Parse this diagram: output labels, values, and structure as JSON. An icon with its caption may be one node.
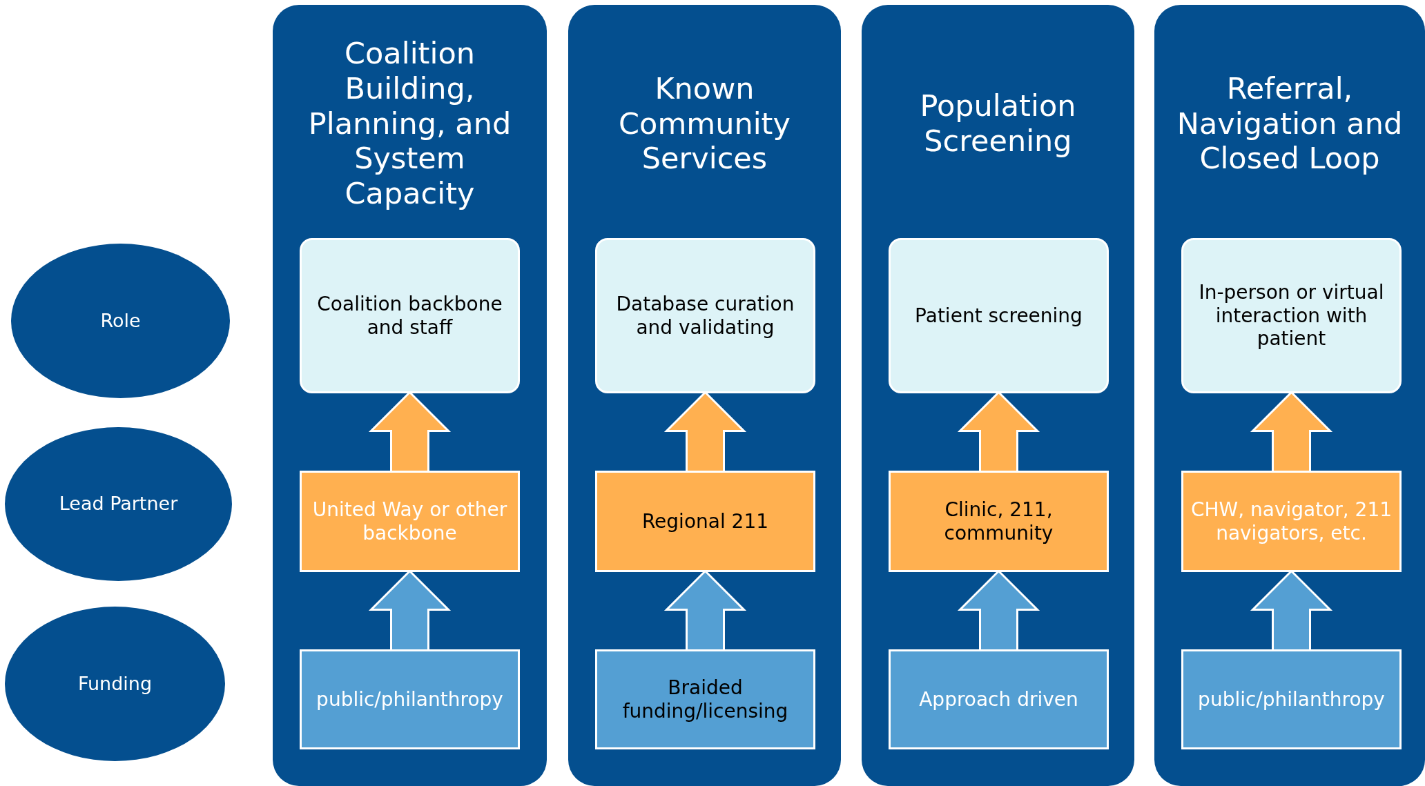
{
  "diagram": {
    "nodes": [
      {
        "text": [
          "Role"
        ]
      },
      {
        "text": [
          "Lead Partner"
        ]
      },
      {
        "text": [
          "Funding"
        ]
      },
      {
        "text": [
          "Coalition Building, Planning, and System Capacity"
        ]
      },
      {
        "text": [
          "Coalition backbone and staff"
        ],
        "in": 3
      },
      {
        "text": [
          "United Way or other backbone"
        ],
        "in": 3
      },
      {
        "text": [
          "public/philanthropy"
        ],
        "in": 3
      },
      {
        "text": [
          "Known Community Services"
        ]
      },
      {
        "text": [
          "Database curation and validating"
        ],
        "in": 7
      },
      {
        "text": [
          "Regional 211"
        ],
        "in": 7
      },
      {
        "text": [
          "Braided funding/licensing"
        ],
        "in": 7
      },
      {
        "text": [
          "Population Screening"
        ]
      },
      {
        "text": [
          "Patient screening"
        ],
        "in": 11
      },
      {
        "text": [
          "Clinic, 211, community"
        ],
        "in": 11
      },
      {
        "text": [
          "Approach driven"
        ],
        "in": 11
      },
      {
        "text": [
          "Referral, Navigation and Closed Loop"
        ]
      },
      {
        "text": [
          "In-person or virtual interaction with patient"
        ],
        "in": 15
      },
      {
        "text": [
          "CHW, navigator, 211 navigators, etc."
        ],
        "in": 15
      },
      {
        "text": [
          "public/philanthropy"
        ],
        "in": 15
      }
    ],
    "edges": [
      {
        "from": 5,
        "to": 4,
        "arrow": "to"
      },
      {
        "from": 6,
        "to": 5,
        "arrow": "to"
      },
      {
        "from": 9,
        "to": 8,
        "arrow": "to"
      },
      {
        "from": 10,
        "to": 9,
        "arrow": "to"
      },
      {
        "from": 13,
        "to": 12,
        "arrow": "to"
      },
      {
        "from": 14,
        "to": 13,
        "arrow": "to"
      },
      {
        "from": 17,
        "to": 16,
        "arrow": "to"
      },
      {
        "from": 18,
        "to": 17,
        "arrow": "to"
      }
    ]
  }
}
